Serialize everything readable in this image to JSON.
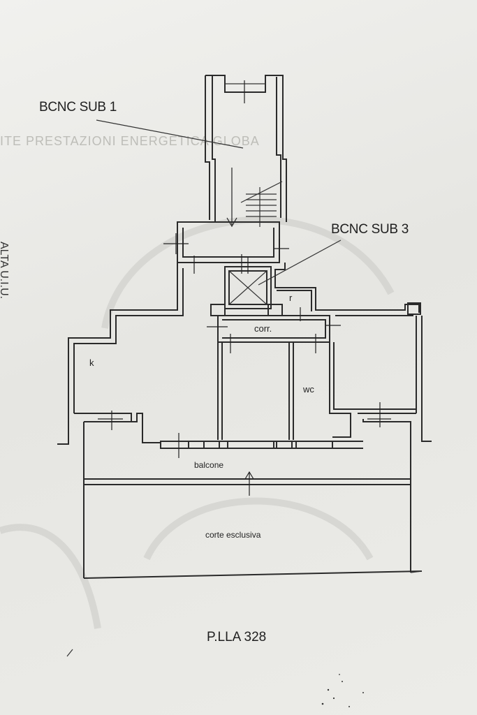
{
  "labels": {
    "bcnc_sub_1": "BCNC SUB 1",
    "bcnc_sub_3": "BCNC SUB 3",
    "room_k": "k",
    "room_corr": "corr.",
    "room_r": "r",
    "room_wc": "wc",
    "balcone": "balcone",
    "corte_esclusiva": "corte esclusiva",
    "plla": "P.LLA 328",
    "side_text": "ALTA U.I.U.",
    "bleed_header": "ITE PRESTAZIONI ENERGETICA GLOBA"
  },
  "colors": {
    "ink": "#2a2a2a",
    "paper": "#ecece8",
    "bleed": "#bdbdb8"
  }
}
